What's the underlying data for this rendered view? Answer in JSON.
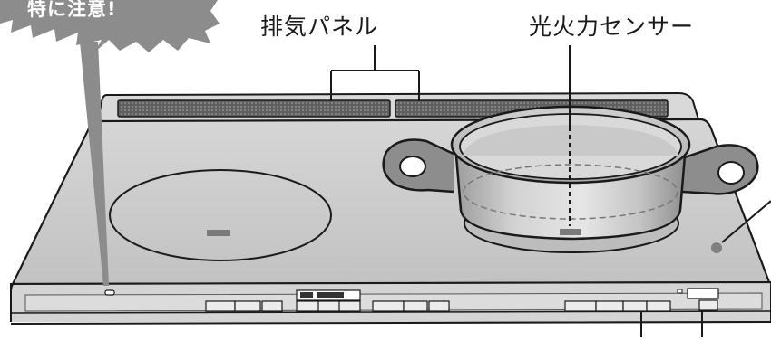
{
  "diagram": {
    "callout": {
      "text": "特に注意!"
    },
    "labels": {
      "exhaust_panel": "排気パネル",
      "light_heat_sensor": "光火力センサー"
    }
  },
  "colors": {
    "callout_fill": "#8c8c8c",
    "top_plate": "#c8c8c8",
    "outline": "#1a1a1a",
    "vent_mesh": "#6e6e6e"
  }
}
